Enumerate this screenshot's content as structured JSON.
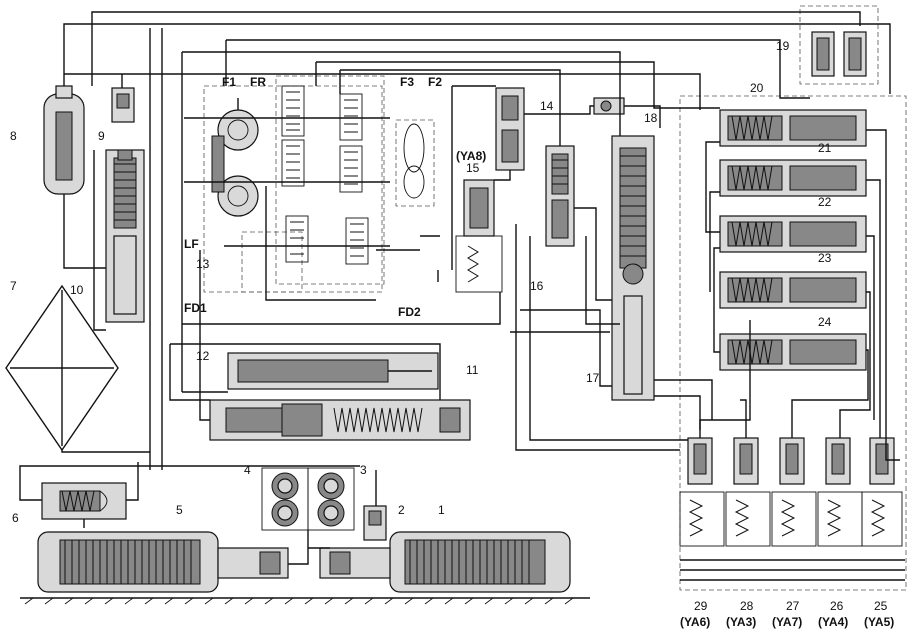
{
  "component_labels": {
    "n1": "1",
    "n2": "2",
    "n3": "3",
    "n4": "4",
    "n5": "5",
    "n6": "6",
    "n7": "7",
    "n8": "8",
    "n9": "9",
    "n10": "10",
    "n11": "11",
    "n12": "12",
    "n13": "13",
    "n14": "14",
    "n15": "15",
    "n16": "16",
    "n17": "17",
    "n18": "18",
    "n19": "19",
    "n20": "20",
    "n21": "21",
    "n22": "22",
    "n23": "23",
    "n24": "24",
    "n25": "25",
    "n26": "26",
    "n27": "27",
    "n28": "28",
    "n29": "29"
  },
  "clutch_labels": {
    "f1": "F1",
    "fr": "FR",
    "f3": "F3",
    "f2": "F2",
    "lf": "LF",
    "fd1": "FD1",
    "fd2": "FD2"
  },
  "solenoid_labels": {
    "ya8": "(YA8)",
    "ya6": "(YA6)",
    "ya3": "(YA3)",
    "ya7": "(YA7)",
    "ya4": "(YA4)",
    "ya5": "(YA5)"
  }
}
